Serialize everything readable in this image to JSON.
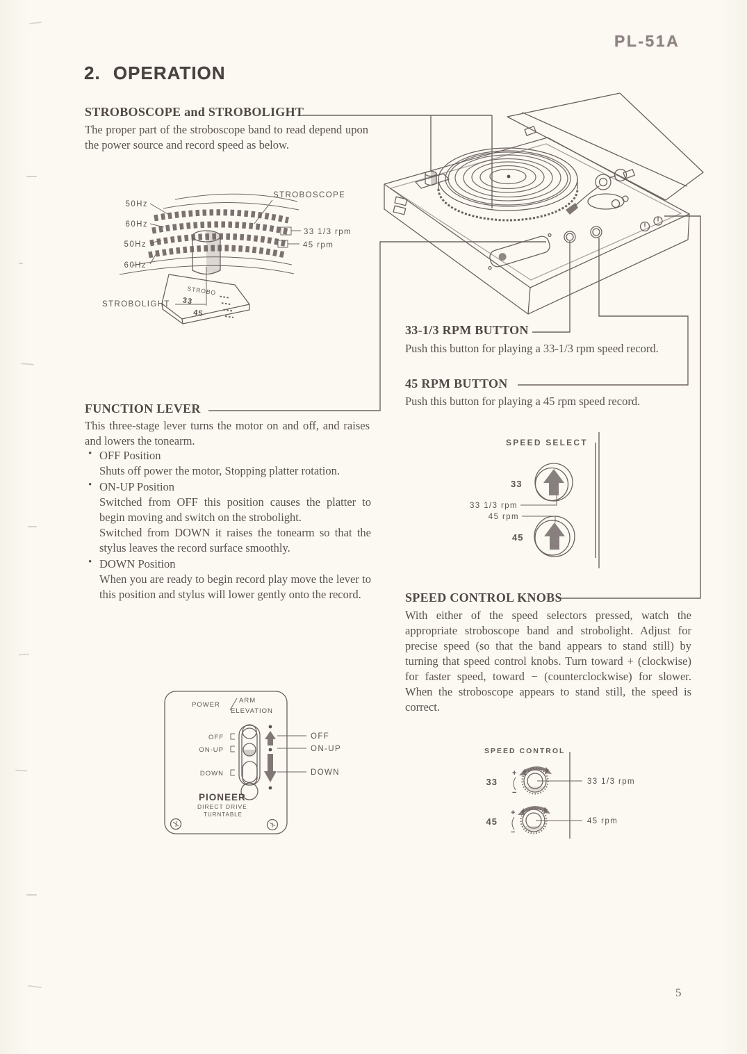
{
  "page": {
    "model": "PL-51A",
    "title": "2. OPERATION",
    "page_number": "5"
  },
  "glyphs": {
    "bullet": "•"
  },
  "sections": {
    "stroboscope": {
      "heading": "STROBOSCOPE and STROBOLIGHT",
      "body": "The proper part of the stroboscope band to read depend upon the power source and record speed as below."
    },
    "rpm33": {
      "heading": "33-1/3 RPM BUTTON",
      "body": "Push this button for playing a 33-1/3 rpm speed record."
    },
    "rpm45": {
      "heading": "45 RPM BUTTON",
      "body": "Push this button for playing a 45 rpm speed record."
    },
    "function_lever": {
      "heading": "FUNCTION LEVER",
      "intro": "This three-stage lever turns the motor on and off, and raises and lowers the tonearm.",
      "bullets": [
        {
          "title": "OFF Position",
          "paras": [
            "Shuts off power the motor, Stopping platter rotation."
          ]
        },
        {
          "title": "ON-UP Position",
          "paras": [
            "Switched from OFF this position causes the platter to begin moving and switch on the strobolight.",
            "Switched from DOWN it raises the tonearm so that the stylus leaves the record surface smoothly."
          ]
        },
        {
          "title": "DOWN Position",
          "paras": [
            "When you are ready to begin record play move the lever to this position and stylus will lower gently onto the record."
          ]
        }
      ]
    },
    "speed_control_knobs": {
      "heading": "SPEED CONTROL KNOBS",
      "body": "With either of the speed selectors pressed, watch the appropriate stroboscope band and strobolight. Adjust for precise speed (so that the band appears to stand still) by turning that speed control knobs. Turn toward + (clockwise) for faster speed, toward − (counterclockwise) for slower. When the stroboscope appears to stand still, the speed is correct."
    }
  },
  "diagrams": {
    "stroboscope_detail": {
      "freq_labels": [
        "50Hz",
        "60Hz",
        "50Hz",
        "60Hz"
      ],
      "stroboscope_label": "STROBOSCOPE",
      "rpm_33_label": "33 1/3 rpm",
      "rpm_45_label": "45 rpm",
      "strobolight_label": "STROBOLIGHT",
      "lamp_base": {
        "strobo": "STROBO",
        "r33": "33",
        "r45": "45"
      }
    },
    "speed_select": {
      "title": "SPEED SELECT",
      "button_33": "33",
      "button_45": "45",
      "rpm_33_label": "33 1/3 rpm",
      "rpm_45_label": "45 rpm"
    },
    "function_lever_panel": {
      "power_label": "POWER",
      "arm_label": "ARM",
      "elevation_label": "ELEVATION",
      "positions": [
        "OFF",
        "ON-UP",
        "DOWN"
      ],
      "callouts": [
        "OFF",
        "ON-UP",
        "DOWN"
      ],
      "brand": "PIONEER",
      "brand_line2": "DIRECT  DRIVE",
      "brand_line3": "TURNTABLE"
    },
    "speed_control": {
      "title": "SPEED CONTROL",
      "knob_33": "33",
      "knob_45": "45",
      "plus": "+",
      "minus": "−",
      "rpm_33_label": "33 1/3 rpm",
      "rpm_45_label": "45 rpm"
    }
  }
}
